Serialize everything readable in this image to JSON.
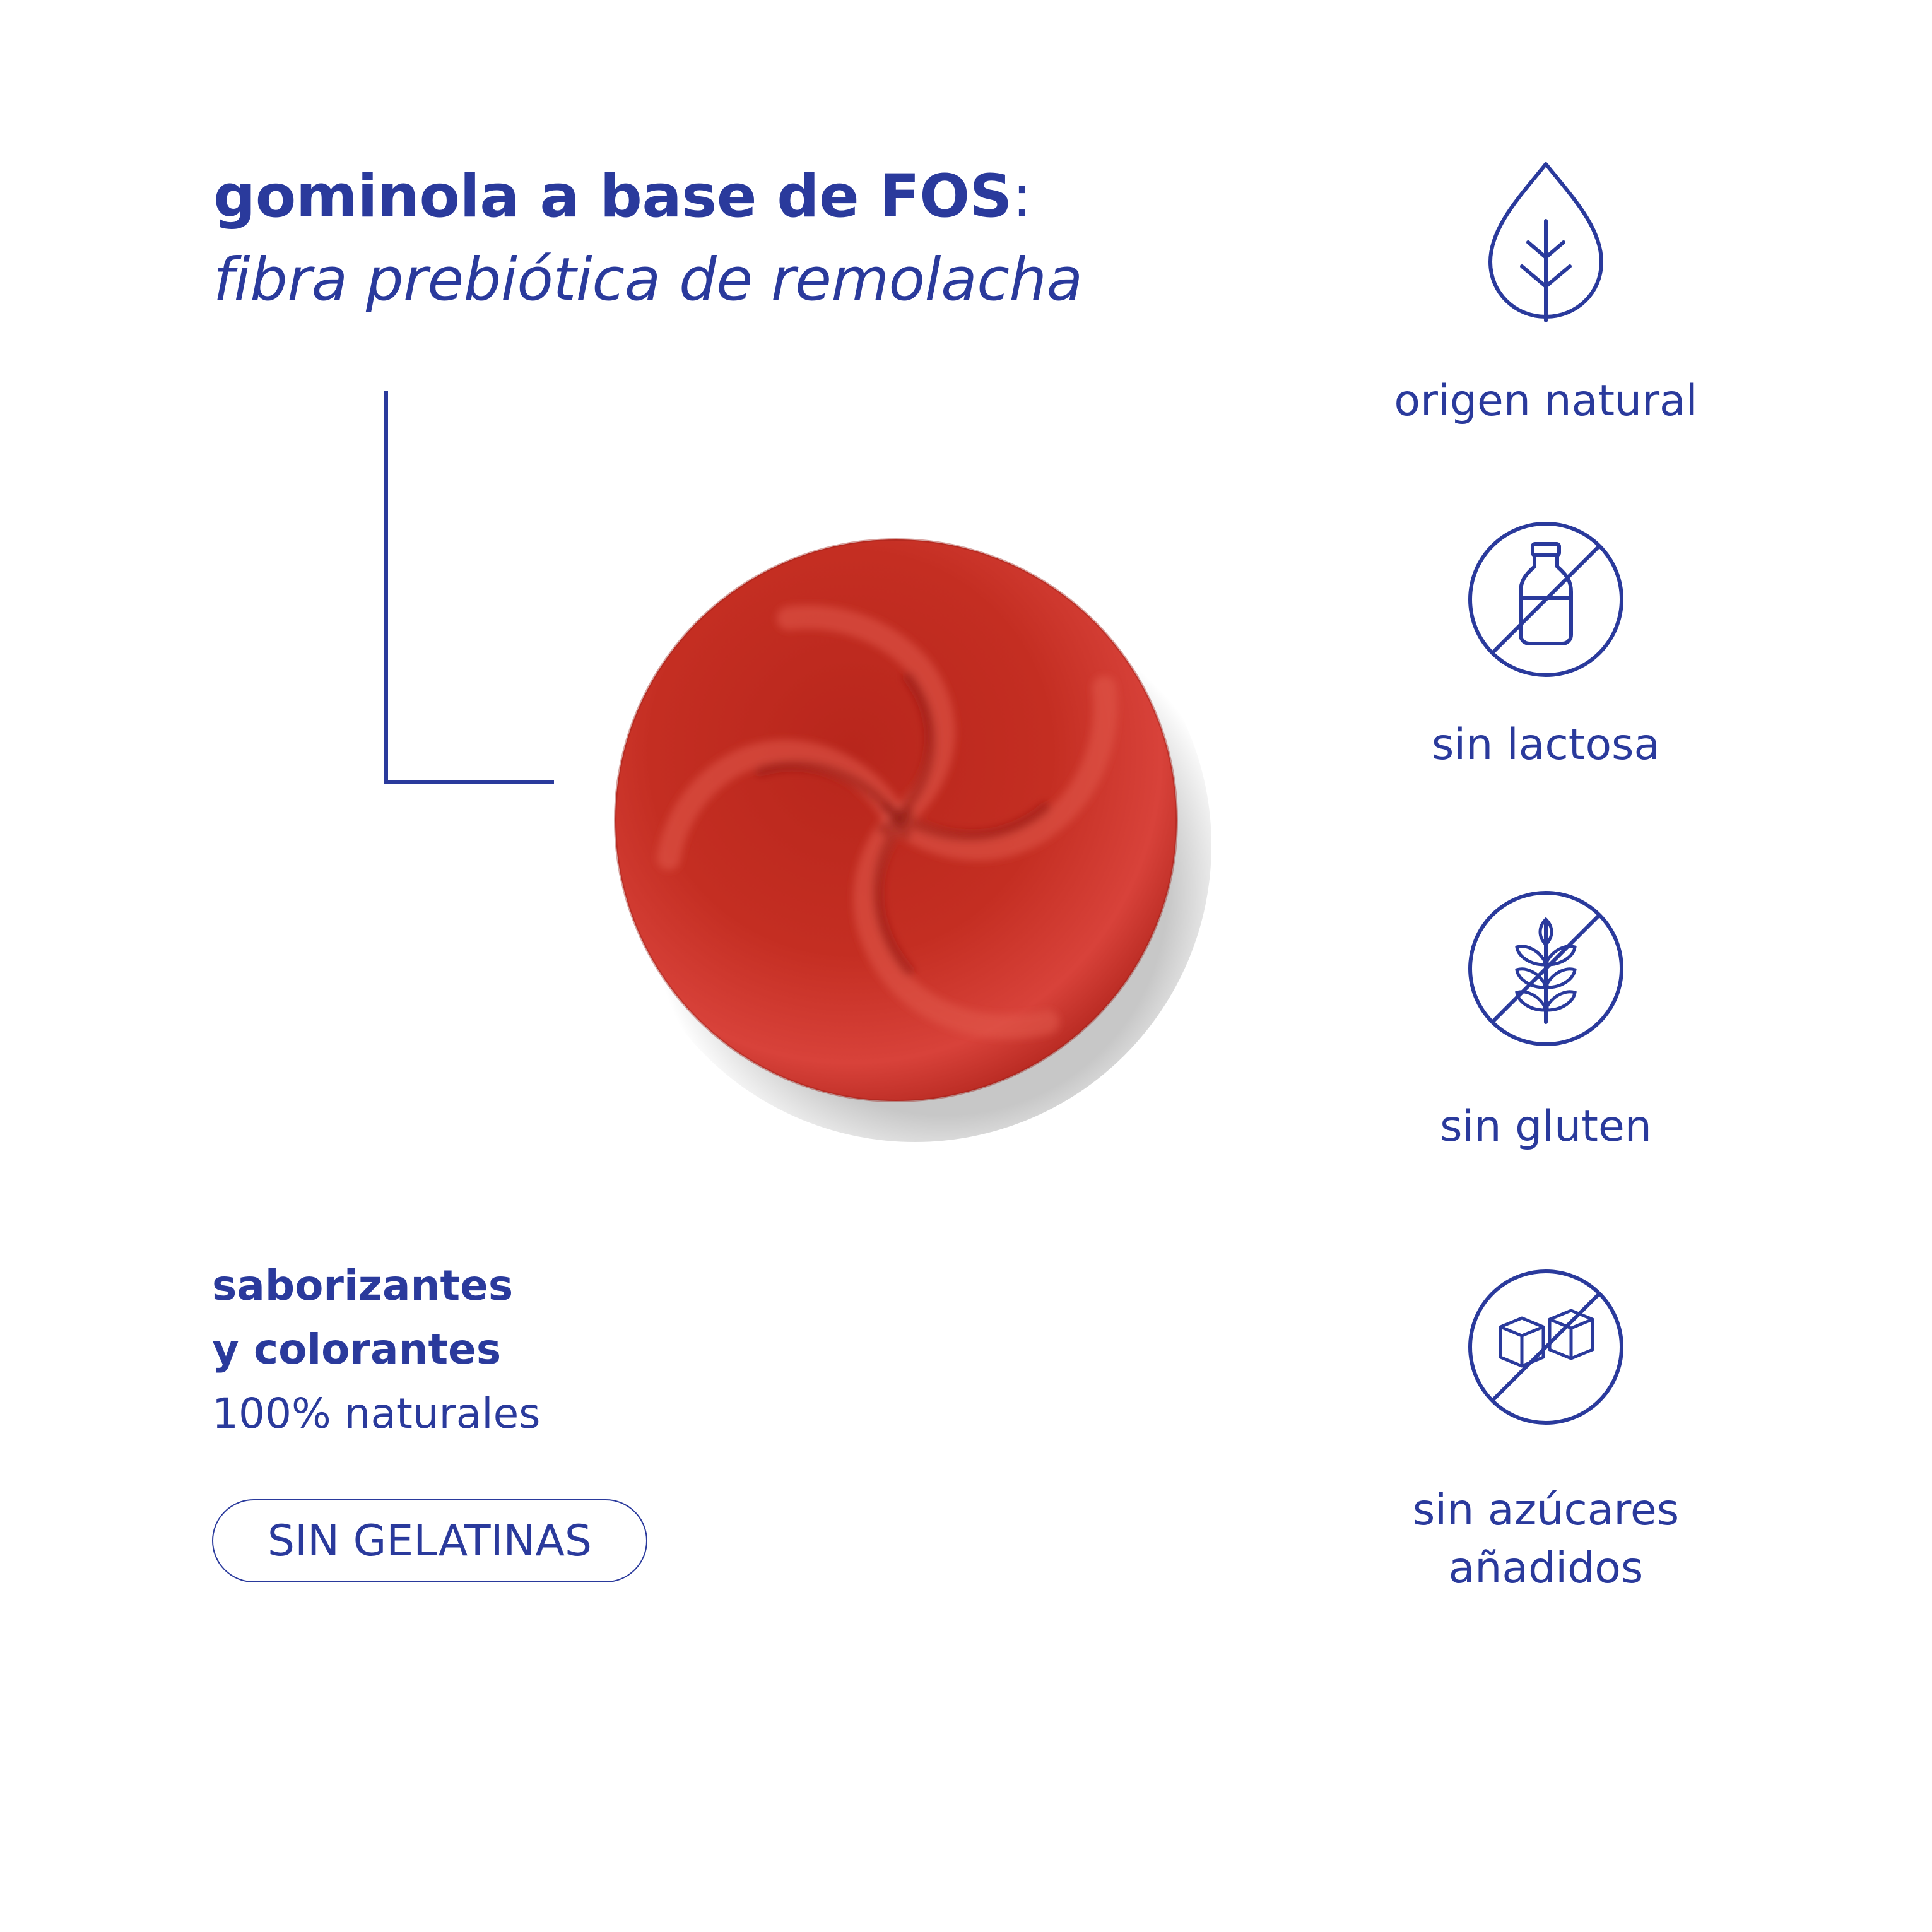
{
  "heading": {
    "bold": "gominola a base de FOS",
    "colon": ":",
    "subtitle": "fibra prebiótica de remolacha"
  },
  "claims": {
    "line1": "saborizantes",
    "line2": "y colorantes",
    "line3": "100% naturales",
    "badge": "SIN GELATINAS"
  },
  "features": [
    {
      "icon": "leaf-icon",
      "label": "origen natural"
    },
    {
      "icon": "no-milk-bottle-icon",
      "label": "sin lactosa"
    },
    {
      "icon": "no-wheat-icon",
      "label": "sin gluten"
    },
    {
      "icon": "no-sugar-cubes-icon",
      "label": "sin azúcares",
      "label2": "añadidos"
    }
  ],
  "colors": {
    "text": "#2a3a9c",
    "gummy": "#c02a20",
    "background": "#ffffff"
  }
}
